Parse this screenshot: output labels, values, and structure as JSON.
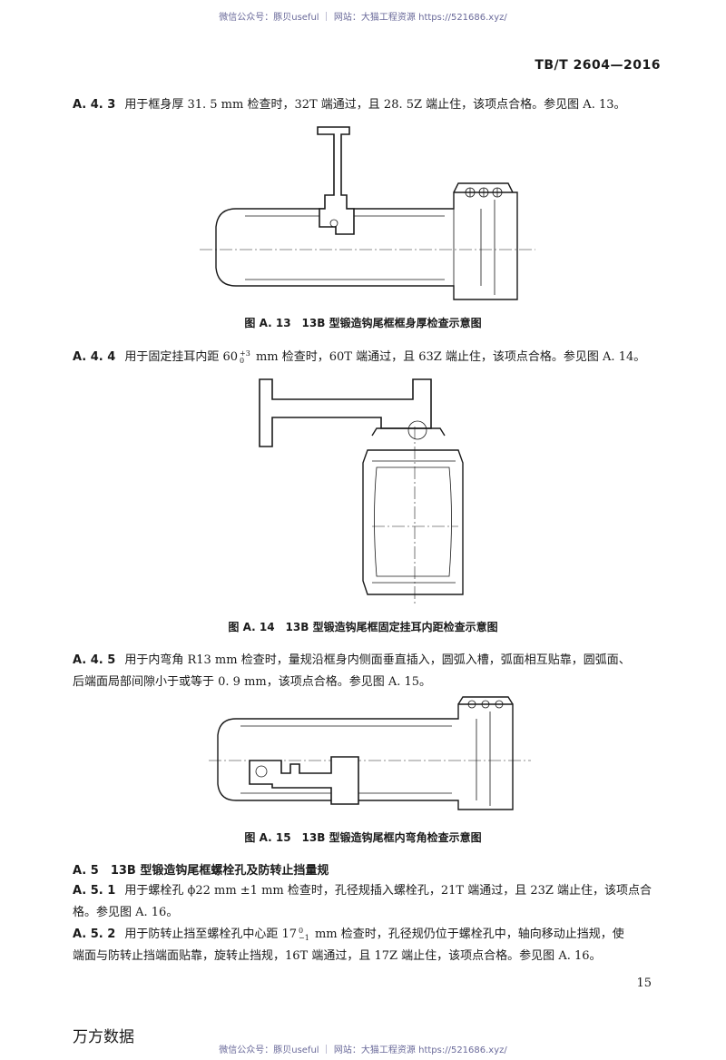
{
  "watermark": {
    "text": "微信公众号：豚贝useful ｜ 网站：大猫工程资源 https://521686.xyz/"
  },
  "header": {
    "standard": "TB/T 2604—2016"
  },
  "a443": {
    "num": "A. 4. 3",
    "text": "用于框身厚 31. 5 mm 检查时，32T 端通过，且 28. 5Z 端止住，该项点合格。参见图 A. 13。"
  },
  "fig_a13": {
    "caption": "图 A. 13　13B 型锻造钩尾框框身厚检查示意图"
  },
  "a444": {
    "num": "A. 4. 4",
    "pre": "用于固定挂耳内距 60",
    "tol_upper": "+3",
    "tol_lower": "0",
    "post": " mm 检查时，60T 端通过，且 63Z 端止住，该项点合格。参见图 A. 14。"
  },
  "fig_a14": {
    "caption": "图 A. 14　13B 型锻造钩尾框固定挂耳内距检查示意图"
  },
  "a445": {
    "num": "A. 4. 5",
    "line1": "用于内弯角 R13 mm 检查时，量规沿框身内侧面垂直插入，圆弧入槽，弧面相互贴靠，圆弧面、",
    "line2": "后端面局部间隙小于或等于 0. 9 mm，该项点合格。参见图 A. 15。"
  },
  "fig_a15": {
    "caption": "图 A. 15　13B 型锻造钩尾框内弯角检查示意图"
  },
  "a5": {
    "num": "A. 5",
    "title": "13B 型锻造钩尾框螺栓孔及防转止挡量规"
  },
  "a51": {
    "num": "A. 5. 1",
    "line1": "用于螺栓孔 ϕ22 mm ±1 mm 检查时，孔径规插入螺栓孔，21T 端通过，且 23Z 端止住，该项点合",
    "line2": "格。参见图 A. 16。"
  },
  "a52": {
    "num": "A. 5. 2",
    "pre": "用于防转止挡至螺栓孔中心距 17",
    "tol_upper": "0",
    "tol_lower": "−1",
    "post": " mm 检查时，孔径规仍位于螺栓孔中，轴向移动止挡规，使",
    "line2": "端面与防转止挡端面贴靠，旋转止挡规，16T 端通过，且 17Z 端止住，该项点合格。参见图 A. 16。"
  },
  "footer": {
    "page_number": "15",
    "brand": "万方数据"
  }
}
